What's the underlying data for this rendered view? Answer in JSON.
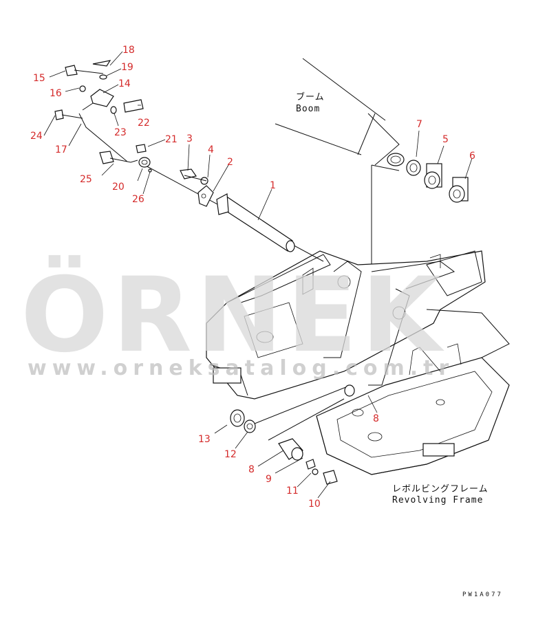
{
  "watermark": {
    "brand": "ÖRNEK",
    "url": "www.orneksatalog.com.tr"
  },
  "labels": {
    "boom_jp": "ブーム",
    "boom_en": "Boom",
    "frame_jp": "レボルビングフレーム",
    "frame_en": "Revolving Frame"
  },
  "drawing_code": "PW1A077",
  "callouts": [
    "1",
    "2",
    "3",
    "4",
    "5",
    "6",
    "7",
    "8",
    "8",
    "9",
    "10",
    "11",
    "12",
    "13",
    "14",
    "15",
    "16",
    "17",
    "18",
    "19",
    "20",
    "21",
    "22",
    "23",
    "24",
    "25",
    "26"
  ],
  "colors": {
    "callout": "#d42a2a",
    "line": "#111111",
    "watermark": "#d9d9d9"
  }
}
